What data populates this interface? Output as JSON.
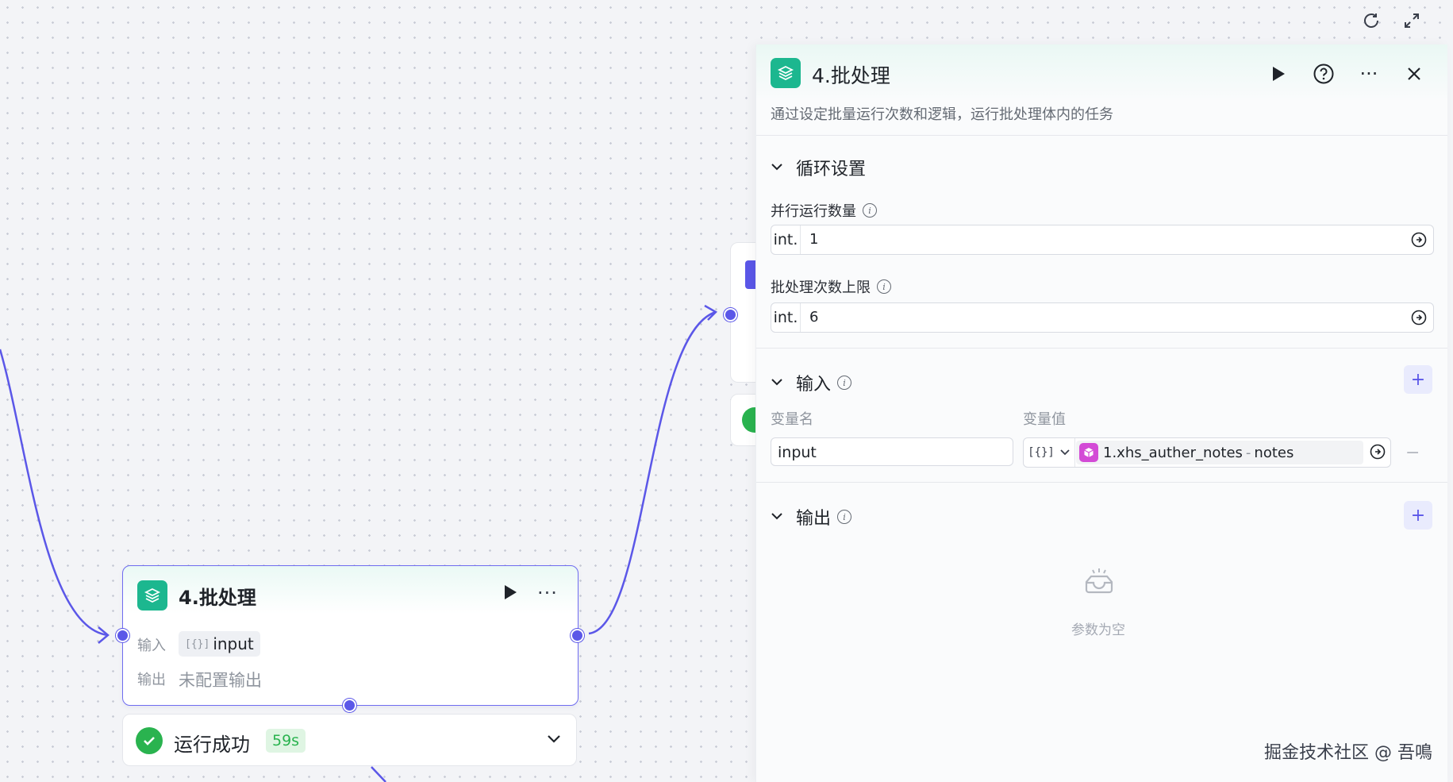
{
  "node": {
    "title": "4.批处理",
    "input_label": "输入",
    "input_chip_brace": "[{}]",
    "input_chip": "input",
    "output_label": "输出",
    "output_value": "未配置输出"
  },
  "status": {
    "label": "运行成功",
    "time": "59s"
  },
  "panel": {
    "title": "4.批处理",
    "description": "通过设定批量运行次数和逻辑，运行批处理体内的任务",
    "loop_section": {
      "title": "循环设置",
      "parallel_label": "并行运行数量",
      "parallel_type": "int.",
      "parallel_value": "1",
      "limit_label": "批处理次数上限",
      "limit_type": "int.",
      "limit_value": "6"
    },
    "input_section": {
      "title": "输入",
      "col_name": "变量名",
      "col_value": "变量值",
      "var_name": "input",
      "var_type": "[{}]",
      "ref_node": "1.xhs_auther_notes",
      "ref_sep": "-",
      "ref_field": "notes"
    },
    "output_section": {
      "title": "输出",
      "empty_text": "参数为空"
    }
  },
  "watermark": "掘金技术社区 @ 吾鳴",
  "colors": {
    "accent": "#5b57e8",
    "node_icon": "#1cb78f",
    "success": "#2ab34f",
    "ref_icon": "#d34bd6"
  }
}
